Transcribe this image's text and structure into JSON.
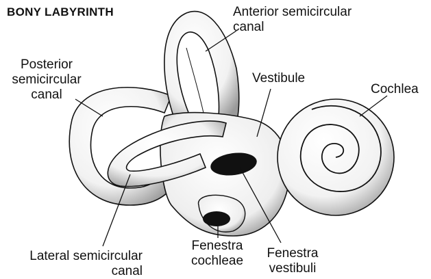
{
  "title": "BONY LABYRINTH",
  "labels": {
    "anterior": [
      "Anterior semicircular",
      "canal"
    ],
    "posterior": [
      "Posterior",
      "semicircular",
      "canal"
    ],
    "vestibule": "Vestibule",
    "cochlea": "Cochlea",
    "lateral": [
      "Lateral semicircular",
      "canal"
    ],
    "fenestra_cochleae": [
      "Fenestra",
      "cochleae"
    ],
    "fenestra_vestibuli": [
      "Fenestra",
      "vestibuli"
    ]
  },
  "colors": {
    "ink": "#111111",
    "shade": "#9a9a9a",
    "fill": "#ffffff"
  }
}
